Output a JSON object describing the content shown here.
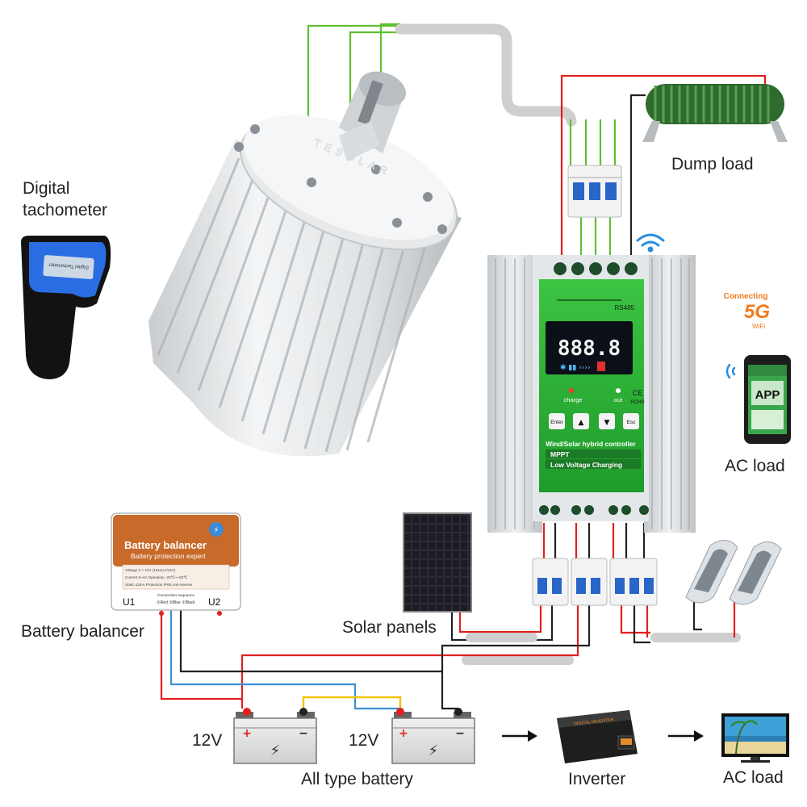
{
  "labels": {
    "digital_tachometer_line1": "Digital",
    "digital_tachometer_line2": "tachometer",
    "dump_load": "Dump load",
    "ac_load_top": "AC load",
    "battery_balancer": "Battery balancer",
    "solar_panels": "Solar panels",
    "battery_12v_left": "12V",
    "battery_12v_right": "12V",
    "all_type_battery": "All type battery",
    "inverter": "Inverter",
    "ac_load_bottom": "AC load"
  },
  "generator": {
    "brand": "TESOLAR"
  },
  "tachometer": {
    "screen_text": "Digital Tachometer"
  },
  "controller": {
    "title": "Wind/Solar hybrid controller",
    "mppt": "MPPT",
    "subtitle": "Low Voltage Charging",
    "display": "888.8",
    "rs485": "RS485",
    "led_charge": "charge",
    "led_out": "out",
    "ce": "CE",
    "rohs": "ROHS",
    "buttons": [
      "Enter",
      "▲",
      "▼",
      "Esc"
    ]
  },
  "phone": {
    "screen_text": "APP"
  },
  "badge_5g": {
    "top": "Connecting",
    "main": "5G",
    "bottom": "WiFi"
  },
  "balancer": {
    "title": "Battery balancer",
    "subtitle": "Battery protection expert",
    "left_terminal": "U1",
    "right_terminal": "U2",
    "connection_heading": "Connection sequence",
    "connection_sequence": "②Red ③Blue ①Black",
    "specs": [
      [
        "Voltage",
        "2 × 12V",
        "(16xxUA/15V)"
      ],
      [
        "Current",
        "0~4A",
        "Operation",
        "-20℃~+60℃"
      ],
      [
        "Static",
        "≤3mA",
        "Protection",
        "IP65,Anti-reverse"
      ]
    ]
  },
  "inverter_device": {
    "label": "DIGITAL INVERTER"
  },
  "battery_terminals": {
    "plus": "+",
    "minus": "−"
  },
  "colors": {
    "controller_green": "#2fae35",
    "controller_frame": "#d9dde0",
    "wire_red": "#e02020",
    "wire_black": "#222222",
    "wire_green": "#5fbf30",
    "wire_blue": "#3a8fd6",
    "wire_yellow": "#f2c200",
    "balancer_orange": "#c86a2a",
    "accent_orange": "#f07a1a",
    "dump_load_green": "#3c7a3a"
  }
}
